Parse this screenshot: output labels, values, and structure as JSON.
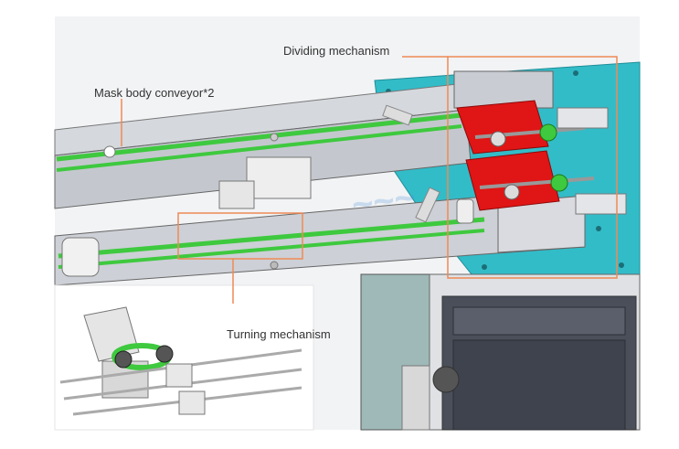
{
  "callouts": {
    "dividing": "Dividing mechanism",
    "conveyor": "Mask body conveyor*2",
    "turning": "Turning mechanism"
  },
  "colors": {
    "callout_line": "#ee8a55",
    "belt": "#3ec93e",
    "red_block": "#e01515",
    "teal_plate": "#32bcc8",
    "rail_gray": "#cdd0d6",
    "cabinet": "#4a4f5a",
    "watermark": "#4a8fd8"
  }
}
